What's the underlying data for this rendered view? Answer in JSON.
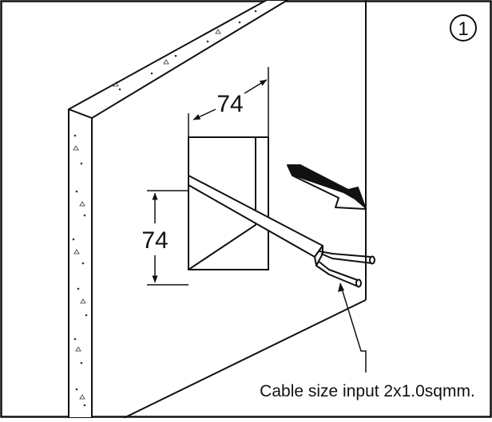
{
  "figure": {
    "step_number": "1",
    "dimension_width": "74",
    "dimension_height": "74",
    "callout_text": "Cable size input 2x1.0sqmm."
  }
}
